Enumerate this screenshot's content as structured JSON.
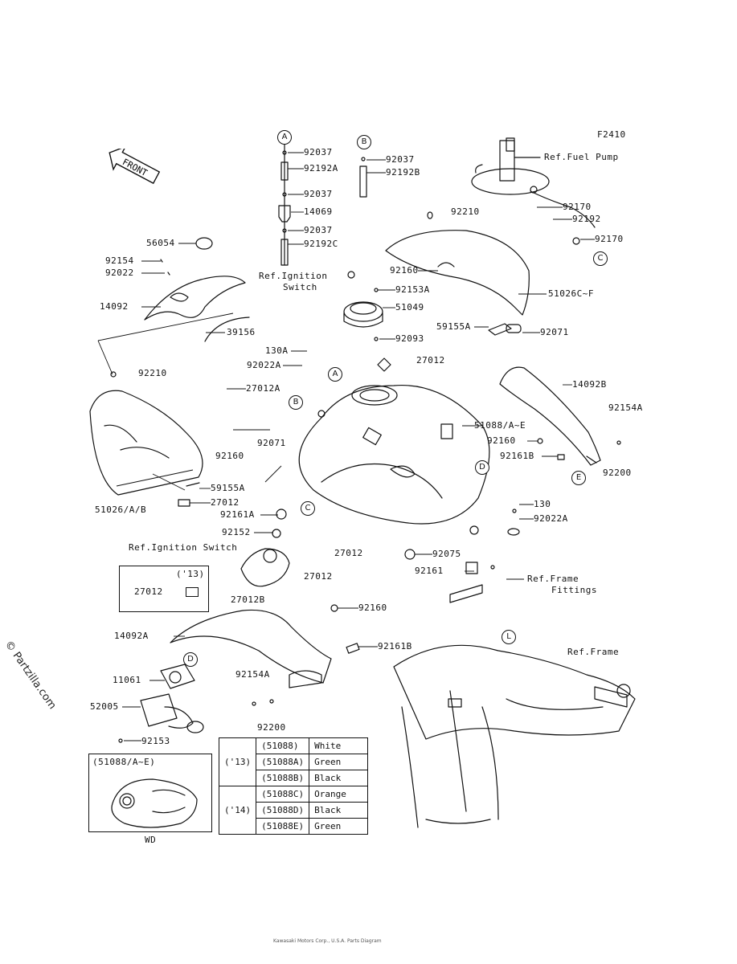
{
  "diagram_code": "F2410",
  "front_label": "FRONT",
  "watermark": "© Partzilla.com",
  "callouts": {
    "A": "A",
    "B": "B",
    "C": "C",
    "D": "D",
    "E": "E",
    "L": "L"
  },
  "labels": {
    "p92037_a": "92037",
    "p92192a": "92192A",
    "p92037_b": "92037",
    "p14069": "14069",
    "p92037_c": "92037",
    "p92192c": "92192C",
    "p92037_d": "92037",
    "p92192b": "92192B",
    "ref_fuel_pump": "Ref.Fuel Pump",
    "p92170_a": "92170",
    "p92192": "92192",
    "p92170_b": "92170",
    "p92210_top": "92210",
    "p92160_top": "92160",
    "p51026cf": "51026C~F",
    "p59155a_r": "59155A",
    "p92071": "92071",
    "ref_ignition_switch_1": "Ref.Ignition",
    "ref_ignition_switch_2": "Switch",
    "p92153a": "92153A",
    "p51049": "51049",
    "p92093": "92093",
    "p56054": "56054",
    "p92154": "92154",
    "p92022": "92022",
    "p14092": "14092",
    "p39156": "39156",
    "p130a": "130A",
    "p92022a_top": "92022A",
    "p27012_top": "27012",
    "p27012a": "27012A",
    "p92210_left": "92210",
    "p51088ae": "51088/A~E",
    "p14092b": "14092B",
    "p92154a_r": "92154A",
    "p92160_r": "92160",
    "p92161b_r": "92161B",
    "p92200_r": "92200",
    "p92160_mid": "92160",
    "p92071_mid": "92071",
    "p59155a_l": "59155A",
    "p27012_l": "27012",
    "p51026ab": "51026/A/B",
    "p92161a": "92161A",
    "p92152": "92152",
    "ref_ignition_switch_full": "Ref.Ignition Switch",
    "p27012_c": "27012",
    "p27012_c2": "27012",
    "p130": "130",
    "p92022a_r": "92022A",
    "p92075": "92075",
    "p92161": "92161",
    "ref_frame_fittings_1": "Ref.Frame",
    "ref_frame_fittings_2": "Fittings",
    "tag_13": "('13)",
    "tag_27012": "27012",
    "p27012b": "27012B",
    "p92160_low": "92160",
    "p14092a": "14092A",
    "p92161b_low": "92161B",
    "ref_frame": "Ref.Frame",
    "p92154a_low": "92154A",
    "p11061": "11061",
    "p52005": "52005",
    "p92200_low": "92200",
    "p92153": "92153",
    "wd_title": "(51088/A~E)",
    "wd_caption": "WD"
  },
  "color_table": {
    "groups": [
      {
        "year": "('13)",
        "rows": [
          {
            "part": "(51088)",
            "color": "White"
          },
          {
            "part": "(51088A)",
            "color": "Green"
          },
          {
            "part": "(51088B)",
            "color": "Black"
          }
        ]
      },
      {
        "year": "('14)",
        "rows": [
          {
            "part": "(51088C)",
            "color": "Orange"
          },
          {
            "part": "(51088D)",
            "color": "Black"
          },
          {
            "part": "(51088E)",
            "color": "Green"
          }
        ]
      }
    ]
  },
  "footer": "Kawasaki Motors Corp., U.S.A. Parts Diagram"
}
